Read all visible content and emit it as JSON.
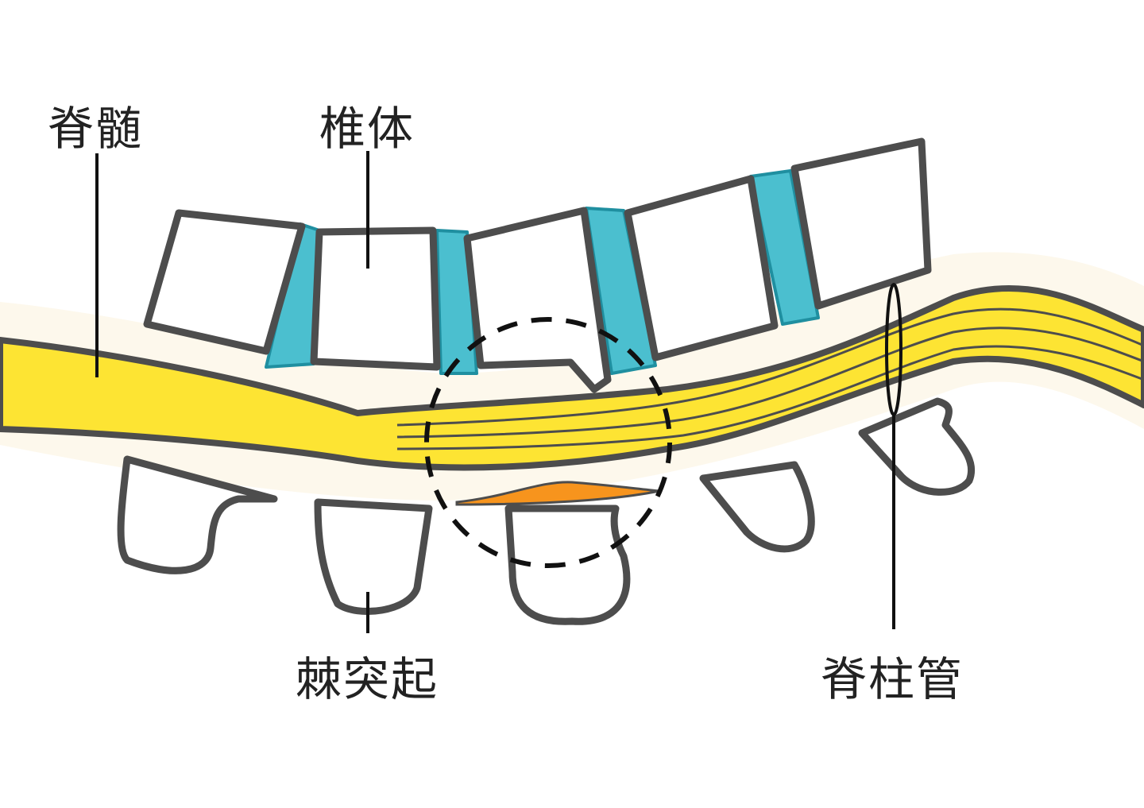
{
  "labels": {
    "spinal_cord": "脊髄",
    "vertebral_body": "椎体",
    "spinous_process": "棘突起",
    "spinal_canal": "脊柱管"
  },
  "colors": {
    "spinal_cord": "#fde433",
    "disc": "#4bbfcf",
    "outline": "#4d4d4d",
    "ligament": "#f7941d",
    "canal_band": "#fdf8ec"
  }
}
